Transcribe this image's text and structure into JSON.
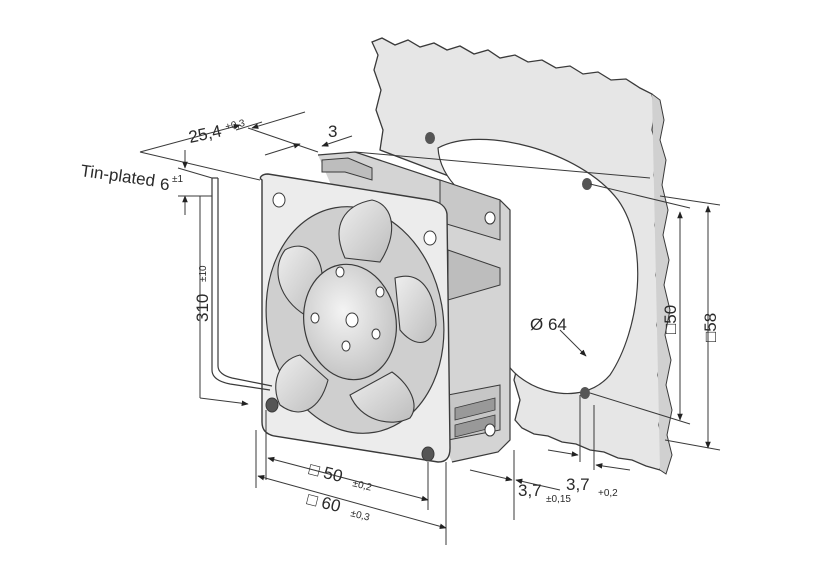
{
  "labels": {
    "tin_plated": "Tin-plated",
    "depth": "25,4",
    "depth_tol": "+0,3",
    "flange": "3",
    "wire_strip": "6",
    "wire_strip_tol": "±1",
    "wire_length": "310",
    "wire_length_tol": "±10",
    "hole_dia": "Ø 64",
    "hole_spacing_panel": "□50",
    "panel_size": "□58",
    "hole_offset_right": "3,7",
    "hole_offset_right_tol": "+0,2",
    "hole_offset_left": "3,7",
    "hole_offset_left_tol": "±0,15",
    "hole_spacing_fan": "□ 50",
    "hole_spacing_fan_tol": "±0,2",
    "fan_size": "□ 60",
    "fan_size_tol": "±0,3"
  },
  "colors": {
    "panel_fill": "#e6e6e6",
    "fan_frame": "#ececec",
    "fan_shade": "#c9c9c9",
    "blade": "#d8d8d8",
    "outline": "#3a3a3a"
  }
}
